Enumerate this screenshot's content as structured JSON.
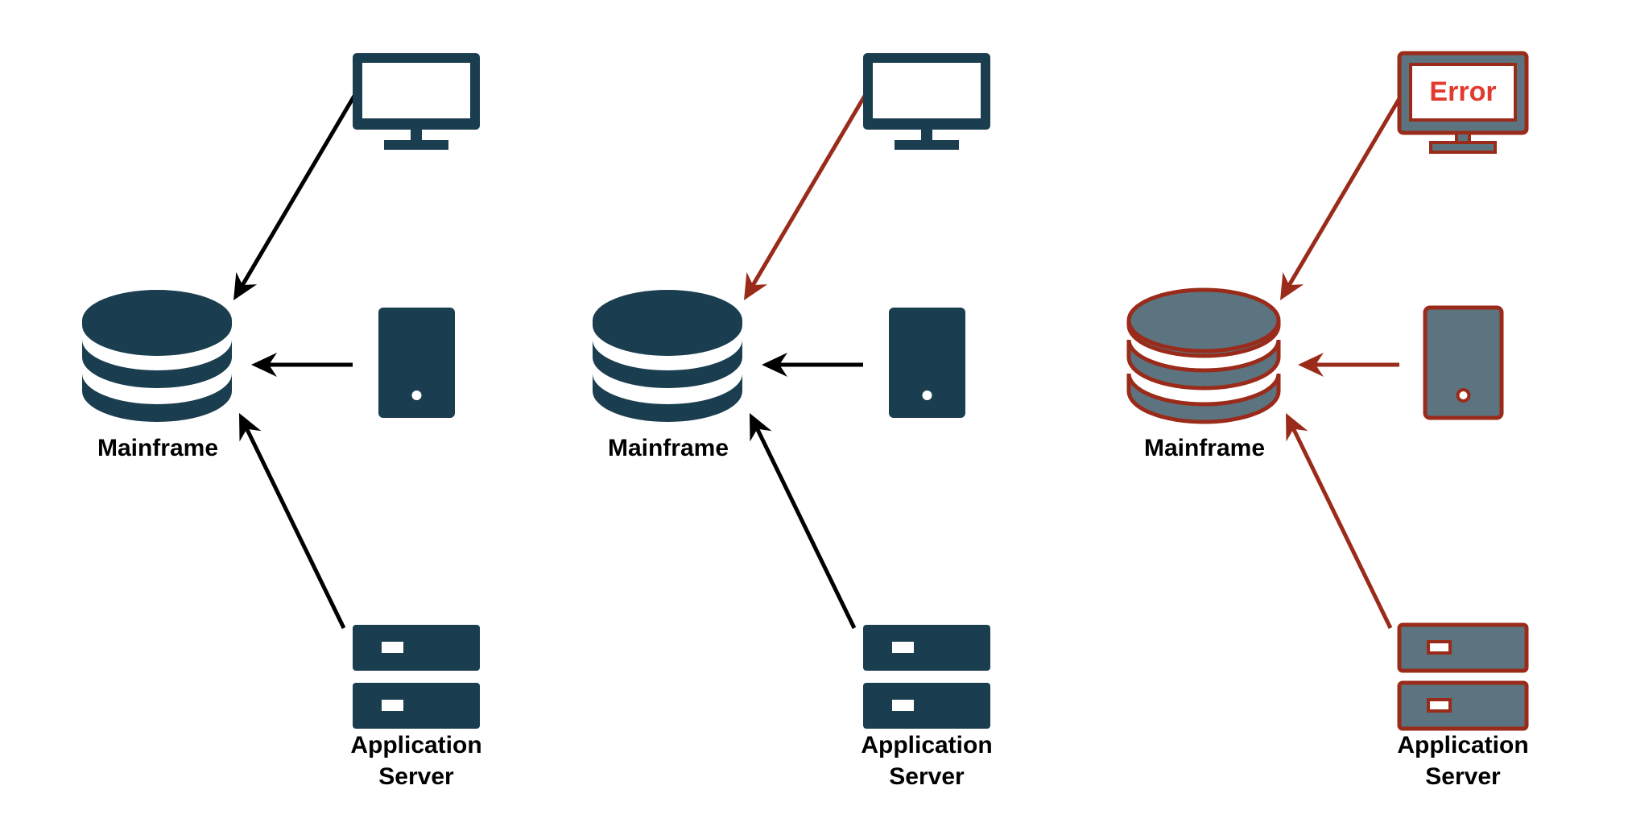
{
  "panels": [
    {
      "id": "normal",
      "mainframe_label": "Mainframe",
      "app_server_label": [
        "Application",
        "Server"
      ],
      "monitor_text": "",
      "arrows": {
        "monitor_to_mainframe": "#000000",
        "device_to_mainframe": "#000000",
        "server_to_mainframe": "#000000"
      },
      "icons": {
        "mainframe": "database-icon",
        "monitor": "monitor-icon",
        "device": "tablet-device-icon",
        "server": "server-icon"
      },
      "icon_fill": "#1a3d4f",
      "icon_stroke": "none"
    },
    {
      "id": "partial-failure",
      "mainframe_label": "Mainframe",
      "app_server_label": [
        "Application",
        "Server"
      ],
      "monitor_text": "",
      "arrows": {
        "monitor_to_mainframe": "#9a2b1a",
        "device_to_mainframe": "#000000",
        "server_to_mainframe": "#000000"
      },
      "icons": {
        "mainframe": "database-icon",
        "monitor": "monitor-icon",
        "device": "tablet-device-icon",
        "server": "server-icon"
      },
      "icon_fill": "#1a3d4f",
      "icon_stroke": "none"
    },
    {
      "id": "error",
      "mainframe_label": "Mainframe",
      "app_server_label": [
        "Application",
        "Server"
      ],
      "monitor_text": "Error",
      "arrows": {
        "monitor_to_mainframe": "#9a2b1a",
        "device_to_mainframe": "#9a2b1a",
        "server_to_mainframe": "#9a2b1a"
      },
      "icons": {
        "mainframe": "database-icon",
        "monitor": "monitor-icon",
        "device": "tablet-device-icon",
        "server": "server-icon"
      },
      "icon_fill": "#5b7480",
      "icon_stroke": "#9a2b1a"
    }
  ],
  "colors": {
    "error_text": "#e33a2e",
    "label_text": "#000000"
  }
}
